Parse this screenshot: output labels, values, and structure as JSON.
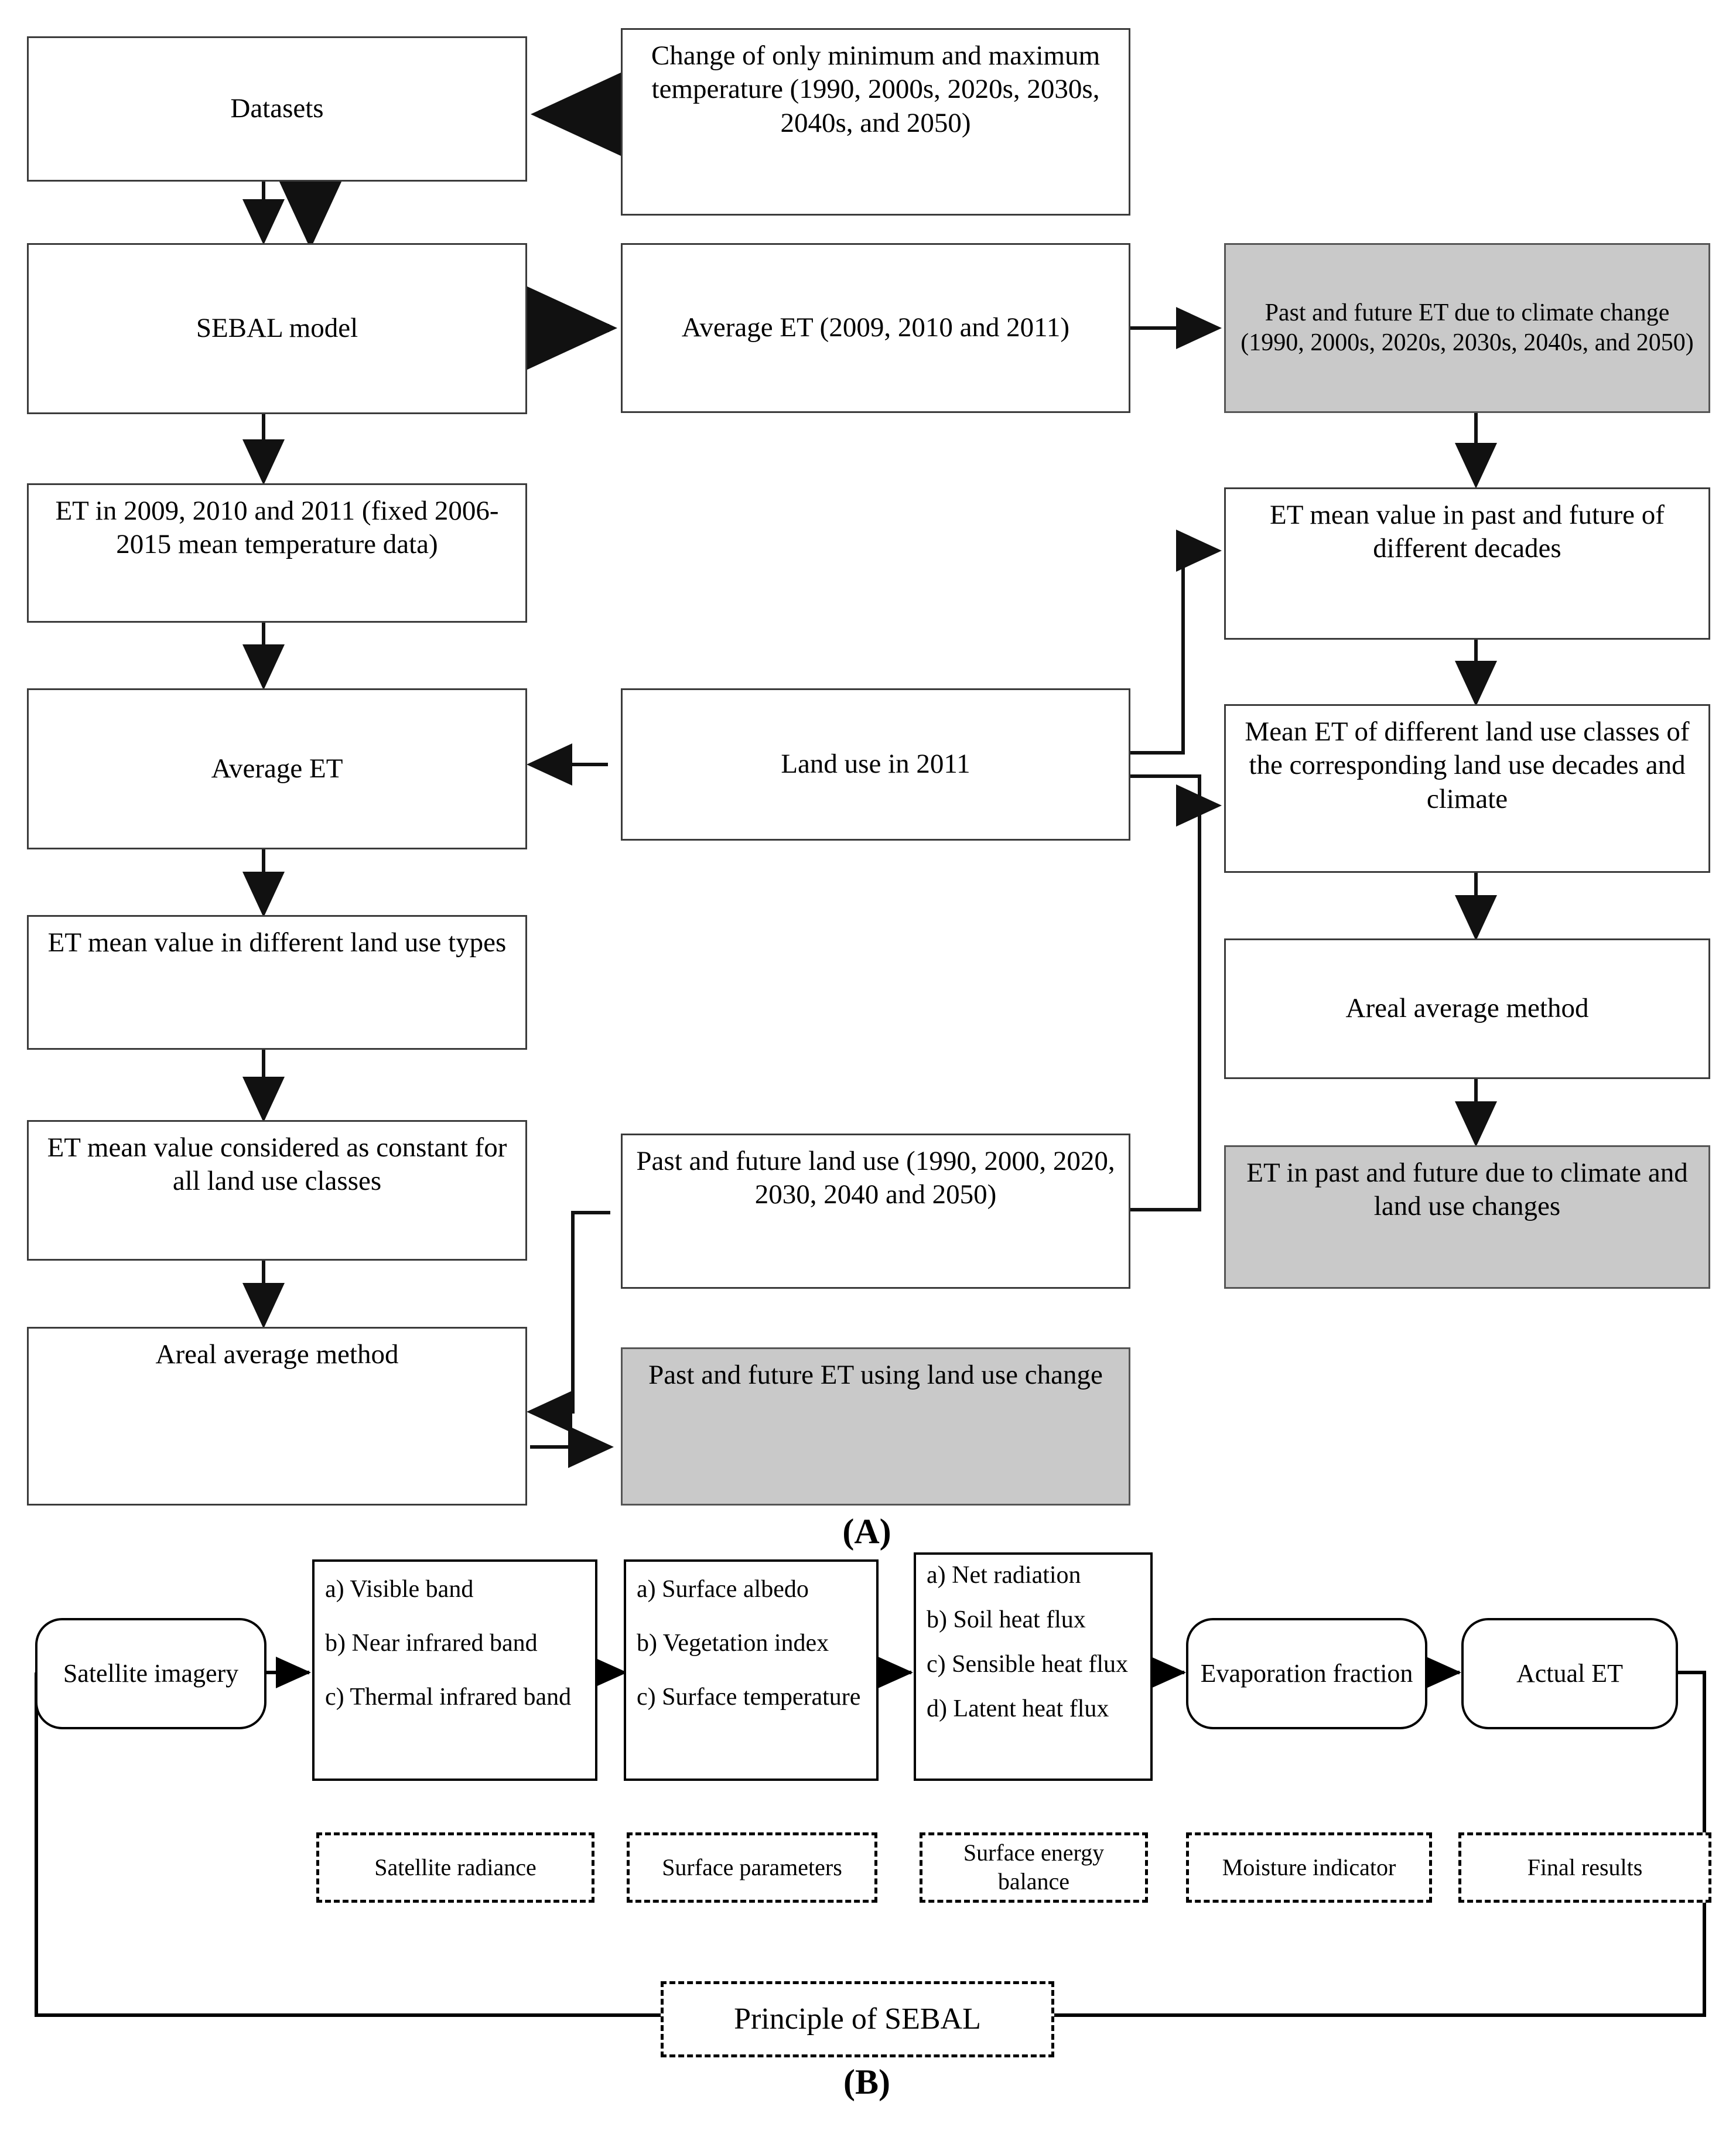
{
  "figure": {
    "panel_a_label": "(A)",
    "panel_b_label": "(B)"
  },
  "colors": {
    "highlight_fill": "#c9c9c9",
    "box_stroke": "#3b3b3b",
    "background": "#ffffff"
  },
  "panel_a": {
    "nodes": {
      "datasets": "Datasets",
      "temp_change": "Change of only minimum and maximum temperature (1990, 2000s, 2020s, 2030s, 2040s, and 2050)",
      "sebal_model": "SEBAL model",
      "average_et_years": "Average ET (2009, 2010 and 2011)",
      "past_future_et_climate": "Past and future ET due to climate change (1990, 2000s, 2020s, 2030s, 2040s, and 2050)",
      "et_fixed_temp": "ET in 2009, 2010 and 2011 (fixed 2006-2015 mean temperature data)",
      "et_mean_decades": "ET mean value in past and future of different decades",
      "average_et": "Average ET",
      "land_use_2011": "Land use in 2011",
      "mean_et_landuse_classes": "Mean ET of different land use classes of the corresponding land use decades and climate",
      "et_mean_landuse_types": "ET mean value in different land use types",
      "areal_average_right": "Areal average method",
      "et_mean_constant": "ET mean value considered as constant for all land use classes",
      "past_future_land_use": "Past and future land use (1990, 2000, 2020, 2030, 2040 and 2050)",
      "et_past_future_climate_landuse": "ET in past and future due to climate and land use changes",
      "areal_average_left": "Areal average method",
      "past_future_et_landuse": "Past and future ET using land use change"
    }
  },
  "panel_b": {
    "nodes": {
      "satellite_imagery": "Satellite imagery",
      "bands": [
        "a) Visible band",
        "b) Near infrared band",
        "c) Thermal infrared band"
      ],
      "surface_params": [
        "a) Surface albedo",
        "b) Vegetation index",
        "c) Surface temperature"
      ],
      "energy_fluxes": [
        "a) Net radiation",
        "b) Soil heat flux",
        "c) Sensible heat flux",
        "d) Latent heat flux"
      ],
      "evaporation_fraction": "Evaporation fraction",
      "actual_et": "Actual ET"
    },
    "captions": {
      "satellite_radiance": "Satellite radiance",
      "surface_parameters": "Surface parameters",
      "surface_energy_balance": "Surface energy balance",
      "moisture_indicator": "Moisture indicator",
      "final_results": "Final results",
      "principle_of_sebal": "Principle of SEBAL"
    }
  }
}
